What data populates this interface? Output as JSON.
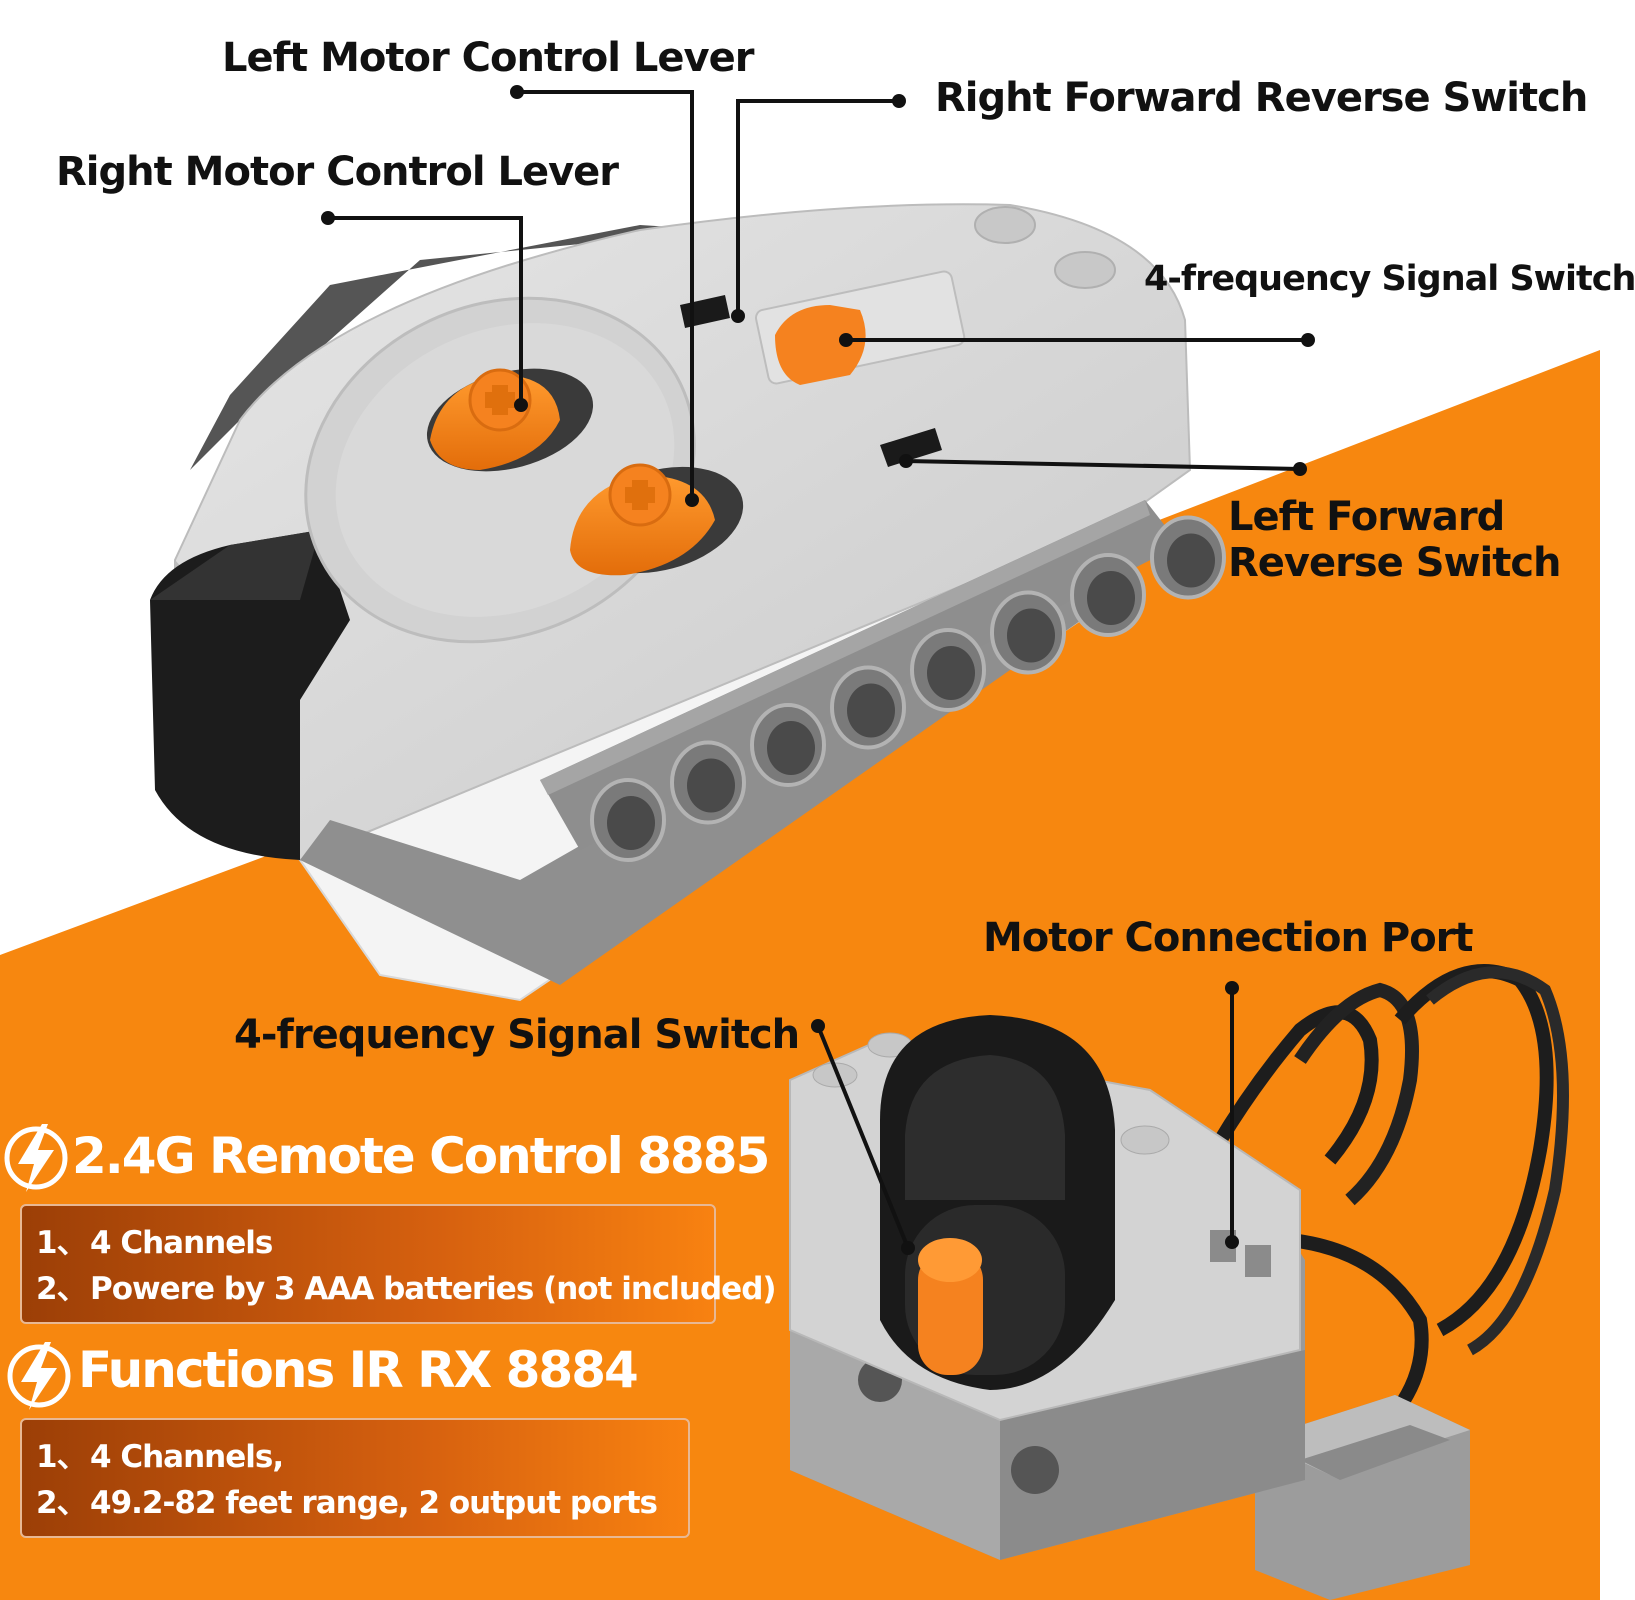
{
  "callouts": {
    "left_motor_lever": "Left Motor Control Lever",
    "right_fr_switch": "Right Forward Reverse Switch",
    "right_motor_lever": "Right Motor Control Lever",
    "freq_switch_top": "4-frequency Signal Switch",
    "left_fr_switch_line1": "Left Forward",
    "left_fr_switch_line2": "Reverse Switch",
    "motor_port": "Motor Connection Port",
    "freq_switch_bottom": "4-frequency Signal Switch"
  },
  "products": [
    {
      "title": "2.4G Remote Control 8885",
      "specs": [
        {
          "num": "1、",
          "text": "4 Channels"
        },
        {
          "num": "2、",
          "text": "Powere by 3 AAA batteries (not included)"
        }
      ]
    },
    {
      "title": "Functions IR RX 8884",
      "specs": [
        {
          "num": "1、",
          "text": "4 Channels,"
        },
        {
          "num": "2、",
          "text": "49.2-82 feet range, 2 output ports"
        }
      ]
    }
  ],
  "colors": {
    "accent_orange": "#f7870f",
    "lever_orange": "#f5821f",
    "body_gray": "#d4d4d4",
    "dark_gray": "#8a8a8a",
    "black": "#1a1a1a"
  },
  "icons": [
    "lightning-bolt-icon"
  ]
}
